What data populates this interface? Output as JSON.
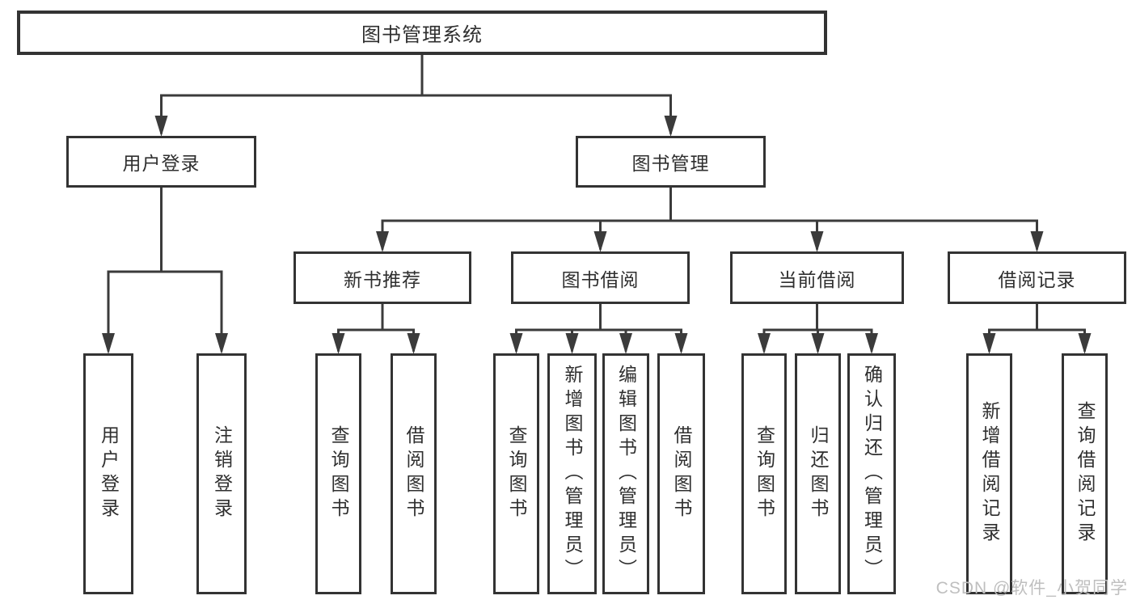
{
  "diagram": {
    "watermark": "CSDN @软件_小贺同学",
    "nodes": {
      "root": {
        "label": "图书管理系统"
      },
      "login": {
        "label": "用户登录"
      },
      "mgmt": {
        "label": "图书管理"
      },
      "rec": {
        "label": "新书推荐"
      },
      "borrow": {
        "label": "图书借阅"
      },
      "current": {
        "label": "当前借阅"
      },
      "record": {
        "label": "借阅记录"
      },
      "leaf_user_login": {
        "label": "用户登录"
      },
      "leaf_logout": {
        "label": "注销登录"
      },
      "leaf_rec_query": {
        "label": "查询图书"
      },
      "leaf_rec_borrow": {
        "label": "借阅图书"
      },
      "leaf_b_query": {
        "label": "查询图书"
      },
      "leaf_b_add": {
        "label": "新增图书（管理员）"
      },
      "leaf_b_edit": {
        "label": "编辑图书（管理员）"
      },
      "leaf_b_borrow": {
        "label": "借阅图书"
      },
      "leaf_c_query": {
        "label": "查询图书"
      },
      "leaf_c_return": {
        "label": "归还图书"
      },
      "leaf_c_confirm": {
        "label": "确认归还（管理员）"
      },
      "leaf_r_add": {
        "label": "新增借阅记录"
      },
      "leaf_r_query": {
        "label": "查询借阅记录"
      }
    },
    "edges": [
      {
        "from": "root",
        "to": "login"
      },
      {
        "from": "root",
        "to": "mgmt"
      },
      {
        "from": "login",
        "to": "leaf_user_login"
      },
      {
        "from": "login",
        "to": "leaf_logout"
      },
      {
        "from": "mgmt",
        "to": "rec"
      },
      {
        "from": "mgmt",
        "to": "borrow"
      },
      {
        "from": "mgmt",
        "to": "current"
      },
      {
        "from": "mgmt",
        "to": "record"
      },
      {
        "from": "rec",
        "to": "leaf_rec_query"
      },
      {
        "from": "rec",
        "to": "leaf_rec_borrow"
      },
      {
        "from": "borrow",
        "to": "leaf_b_query"
      },
      {
        "from": "borrow",
        "to": "leaf_b_add"
      },
      {
        "from": "borrow",
        "to": "leaf_b_edit"
      },
      {
        "from": "borrow",
        "to": "leaf_b_borrow"
      },
      {
        "from": "current",
        "to": "leaf_c_query"
      },
      {
        "from": "current",
        "to": "leaf_c_return"
      },
      {
        "from": "current",
        "to": "leaf_c_confirm"
      },
      {
        "from": "record",
        "to": "leaf_r_add"
      },
      {
        "from": "record",
        "to": "leaf_r_query"
      }
    ]
  }
}
